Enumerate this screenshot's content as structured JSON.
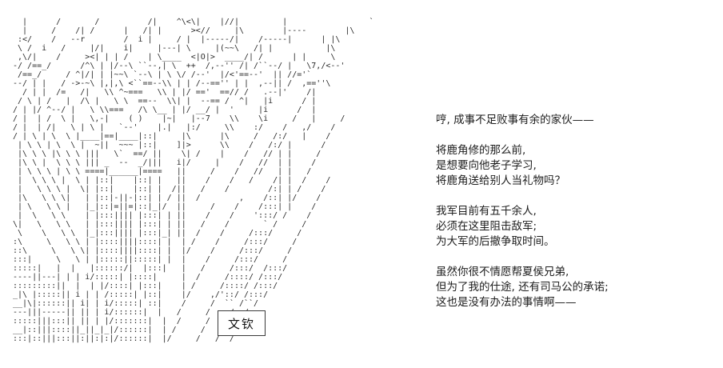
{
  "page": {
    "background": "#ffffff",
    "text_color": "#1c1c1c",
    "art_color": "#2b2b2b"
  },
  "nameplate": {
    "label": "文钦"
  },
  "dialogue": {
    "paragraphs": [
      [
        "哼, 成事不足败事有余的家伙——"
      ],
      [
        "将鹿角修的那么前,",
        "是想要向他老子学习,",
        "将鹿角送给别人当礼物吗？"
      ],
      [
        "我军目前有五千余人,",
        "必须在这里阻击敌军;",
        "为大军的后撤争取时间。"
      ],
      [
        "虽然你很不情愿帮夏侯兄弟,",
        "但为了我的仕途, 还有司马公的承诺;",
        "这也是没有办法的事情啊——"
      ]
    ]
  },
  "ascii_art": {
    "lines": [
      "  |      /       /          /|    ^\\<\\|    |//|         |                 `",
      "  |     /    /| /      |   /| |      ><//     |\\        |----        |\\",
      " :</    /   --r        /  i |     / |  |-----/|    /-----|      | |\\",
      " \\ /  i   /     |/|    i|     |---| \\     |(~~\\   /| |           |\\",
      " ,\\/|    /     ><| | | /    | \\____  <|O|>  ____/| /      | |     \\",
      "-/ /==_/      /^\\ | |/--\\ ``--,| \\  ++  /,--'' /| /``--/ |   \\7,/<--'",
      " /==_/     / ^|/| | |~~\\ `--\\ | \\ \\/ /--'  |/<'==--'  || //='`",
      "--/ | |   / ->-~\\ |,|,\\ <``==--\\\\ | | /--=='' | |  ,--|| /  ,==''\\",
      "  / | |  /=   /|   \\\\ ^~===   \\\\ | |/ =='  ==// /   .--|'    /|",
      " / \\ | /   |  /\\ |   \\ \\  ==--  \\\\| |  --== /  ^|   |i      / |",
      "/ | |/ ^--/ |   \\ \\\\===   /\\ \\__ | |/ __/ |  '     |i      /  |",
      "/ |  | /  \\ |   \\,-|    ( )    |~|   |--7    \\\\    \\i     /   |     /",
      "/ |  | /|   \\ | \\ |   `--'    |.|   |:/     \\\\    :/    /   ,/    /",
      "/ | \\ | \\  \\ |____|==|____|::|     |\\      |\\     /   /:/   |    /",
      " | \\ \\ | \\  \\ |  ~||  ~~~ |::|    ]|>      \\\\    /   /:/ |      /",
      " |\\ \\ \\ |\\ \\ \\ |||   \\`  ==/ ||    \\| /    |    /   // | |     /",
      " |\\ \\ |  \\ \\ \\ ||| _  --  _/|||   i|/     |    /   //  | |    /",
      " | \\ \\ \\ | \\ \\ ====|______|====   ||     /    /   //   | |   /",
      " |  \\ \\ \\ |  \\ | |::|    |::| |   ||    /    /   /    /| |  /    /",
      " |   \\ \\ \\ |  \\| |::|    |::| |  /||   /    /        /:| | /    /",
      " |\\   \\ \\ \\|   | |::|-||-|::| | / ||  /        ,    /::| |/    /",
      " | \\   \\ \\ |   |_|::|=||=|::|_|/  ||     /    /    /:::| |    /",
      " |  \\   \\ \\    | |:::|||| |:::| | ||    /    /    ':::/ /    /",
      "\\|   \\   \\ \\   | |:::|||| |:::| | ||   /    /       ` /     /",
      " \\    \\   \\ \\  |_|:::|||| |:::|_| ||  /    /     /:::/     /",
      ":\\     \\   \\ \\ | |::::||||::::| |  | /    /     /:::/     /",
      "::\\     \\   \\ \\| |::::||||::::| |  |/    /     /:::/     /",
      ":::|     \\   \\ | |:::::||:::::| |  |    /     /:::/     /",
      ":::::|   |  |   |::::::/|  |:::|   |   /     /:::/  /:::/",
      "----||---| | | i/:::::| |::::|     |  /     /::::/ /:::/",
      ":::::::::||  |  | |/::::| |:::|    | /     /::::/ /:::/",
      "_|\\ |:::::|| i | | /:::::| |::|    |/    ,/'::/ /:::/",
      "__|\\|::::::|| i| | i/:::::| ::|    /     /  `` /``/",
      "---|||-----|| || | i/::::::|  |   /     /    /  /",
      ":::::|||:::|| || | |/:::::::|  |  /     /   /  /",
      "__|::|||::::||_||_|_|/::::::|  | /     /   /  /",
      ":::|::|||:::||:||:|:|/::::::|  |/     /   /  /"
    ]
  }
}
